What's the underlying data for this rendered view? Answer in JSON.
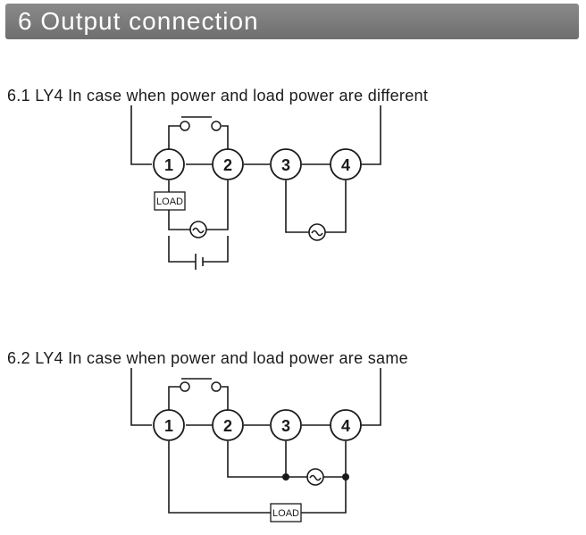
{
  "header": {
    "title": "6 Output connection"
  },
  "section1": {
    "title": "6.1 LY4 In case when power and load power are different",
    "terminals": [
      "1",
      "2",
      "3",
      "4"
    ],
    "load_label": "LOAD"
  },
  "section2": {
    "title": "6.2 LY4 In case when power and load power are same",
    "terminals": [
      "1",
      "2",
      "3",
      "4"
    ],
    "load_label": "LOAD"
  }
}
